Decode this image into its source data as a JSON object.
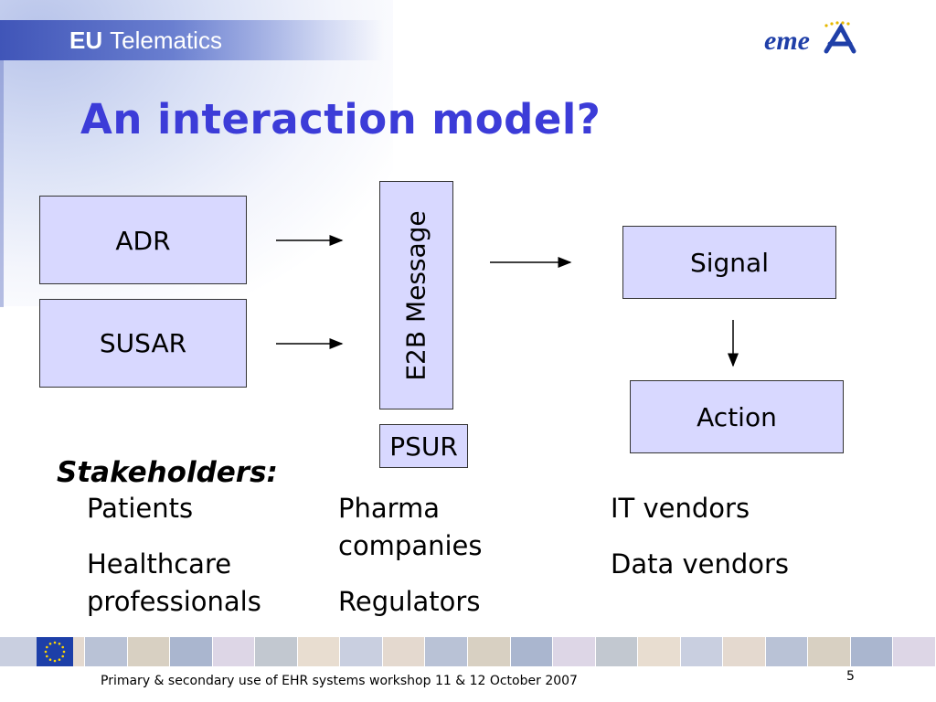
{
  "header": {
    "brand_eu": "EU",
    "brand_telematics": "Telematics",
    "logo_text": "emea"
  },
  "title": "An interaction model?",
  "diagram": {
    "adr": "ADR",
    "susar": "SUSAR",
    "e2b": "E2B Message",
    "psur": "PSUR",
    "signal": "Signal",
    "action": "Action"
  },
  "stakeholders": {
    "heading": "Stakeholders:",
    "col1": [
      "Patients",
      "Healthcare professionals"
    ],
    "col2": [
      "Pharma companies",
      "Regulators"
    ],
    "col3": [
      "IT vendors",
      "Data vendors"
    ]
  },
  "footer": {
    "text": "Primary & secondary use of EHR systems workshop 11 & 12 October 2007",
    "page": "5"
  },
  "colors": {
    "title": "#3c3cd8",
    "box_fill": "#d8d8ff",
    "eu_flag": "#1d3fa8"
  }
}
